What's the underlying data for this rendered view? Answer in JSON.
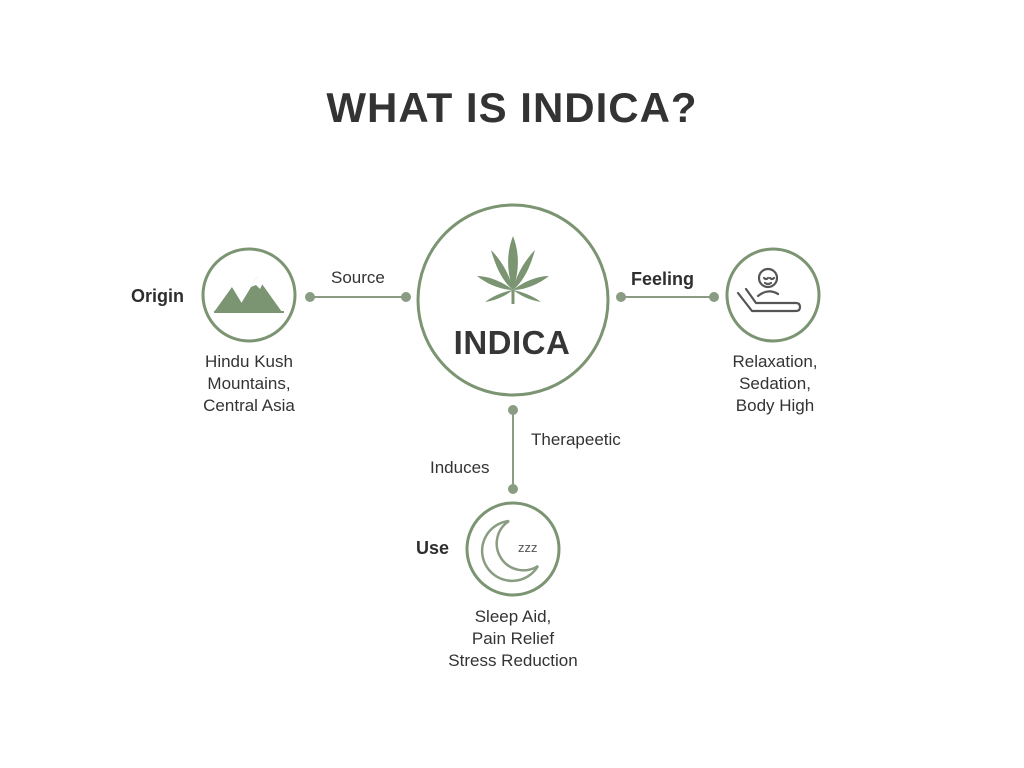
{
  "title": "WHAT IS INDICA?",
  "center": {
    "label": "INDICA",
    "icon": "cannabis-leaf-icon"
  },
  "colors": {
    "accent": "#7b9472",
    "line": "#8a9c82",
    "text": "#333333"
  },
  "origin": {
    "category": "Origin",
    "connector": "Source",
    "icon": "mountains-icon",
    "lines": [
      "Hindu Kush",
      "Mountains,",
      "Central Asia"
    ]
  },
  "feeling": {
    "category": "Feeling",
    "connector": "Feeling",
    "icon": "reclining-person-icon",
    "lines": [
      "Relaxation,",
      "Sedation,",
      "Body High"
    ]
  },
  "use": {
    "category": "Use",
    "connector_left": "Induces",
    "connector_right": "Therapeetic",
    "icon": "moon-sleep-icon",
    "icon_text": "zzz",
    "lines": [
      "Sleep Aid,",
      "Pain Relief",
      "Stress Reduction"
    ]
  }
}
